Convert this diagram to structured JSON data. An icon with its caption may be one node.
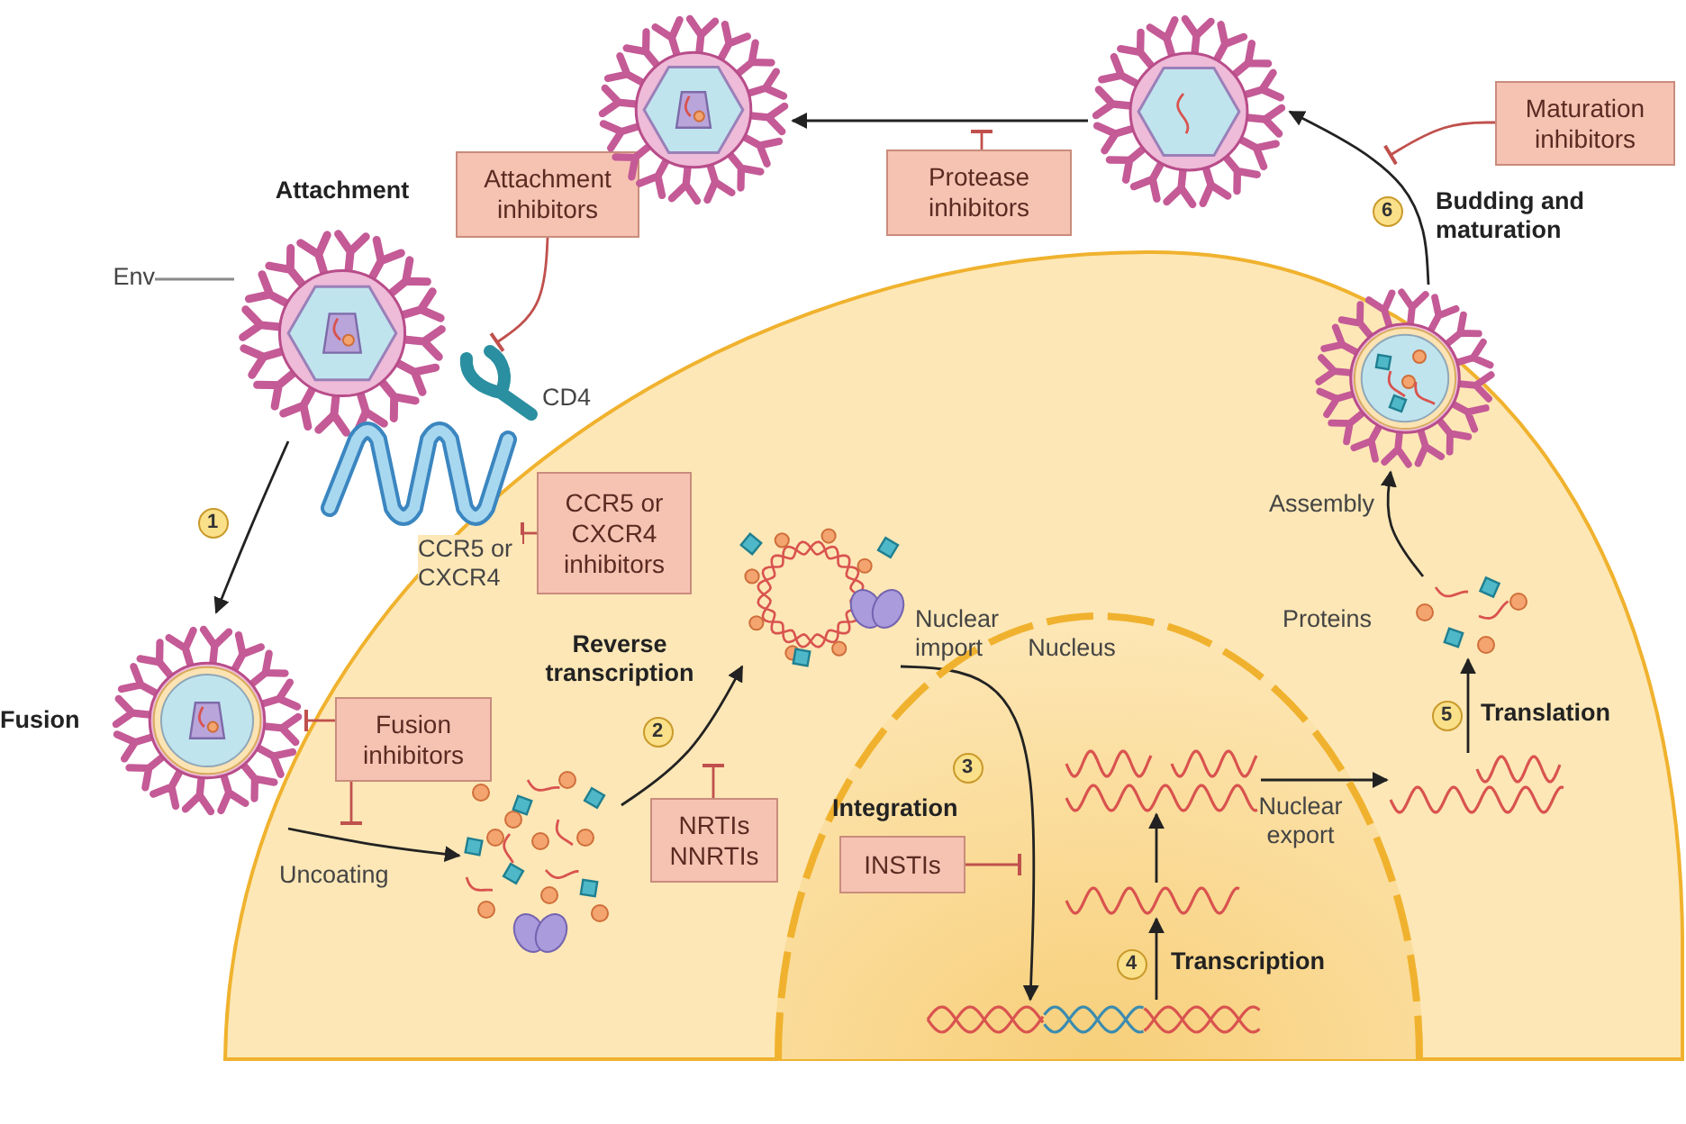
{
  "diagram": {
    "nodes": [
      {
        "text": [
          "Attachment"
        ]
      },
      {
        "text": [
          "Env"
        ]
      },
      {
        "text": [
          "Attachment inhibitors"
        ]
      },
      {
        "text": [
          "CD4"
        ]
      },
      {
        "text": [
          "CCR5 or CXCR4"
        ]
      },
      {
        "text": [
          "CCR5 or CXCR4 inhibitors"
        ]
      },
      {
        "text": [
          "Fusion"
        ]
      },
      {
        "text": [
          "Fusion inhibitors"
        ]
      },
      {
        "text": [],
        "shape": "picture"
      },
      {
        "text": [
          "NRTIs NNRTIs"
        ]
      },
      {
        "text": [],
        "shape": "picture"
      },
      {
        "text": [
          "Nucleus"
        ]
      },
      {
        "text": [],
        "shape": "picture",
        "in": 11
      },
      {
        "text": [
          "INSTIs"
        ],
        "in": 11
      },
      {
        "text": [],
        "shape": "picture",
        "in": 11
      },
      {
        "text": [],
        "shape": "picture",
        "in": 11
      },
      {
        "text": [],
        "shape": "picture"
      },
      {
        "text": [],
        "shape": "picture",
        "beside": [
          "Proteins"
        ]
      },
      {
        "text": [],
        "shape": "picture"
      },
      {
        "text": [
          "Maturation inhibitors"
        ]
      },
      {
        "text": [],
        "shape": "picture"
      },
      {
        "text": [
          "Protease inhibitors"
        ]
      },
      {
        "text": [],
        "shape": "picture"
      }
    ],
    "edges": [
      {
        "from": 1,
        "to": 0,
        "arrow": "none",
        "color": "#888888"
      },
      {
        "from": 2,
        "to": 3,
        "arrow": "other",
        "color": "#c0504d"
      },
      {
        "from": 5,
        "to": 4,
        "arrow": "other",
        "color": "#c0504d"
      },
      {
        "from": 0,
        "to": 6,
        "arrow": "to"
      },
      {
        "from": 7,
        "to": 6,
        "arrow": "other",
        "color": "#c0504d"
      },
      {
        "from": 7,
        "to": null,
        "arrow": "other",
        "color": "#c0504d"
      },
      {
        "from": 6,
        "to": 8,
        "arrow": "to",
        "label": "Uncoating"
      },
      {
        "from": 8,
        "to": 10,
        "arrow": "to",
        "label": "Reverse transcription"
      },
      {
        "from": 9,
        "to": null,
        "arrow": "other",
        "color": "#c0504d"
      },
      {
        "from": 10,
        "to": 15,
        "arrow": "to",
        "label": "Nuclear import"
      },
      {
        "from": 13,
        "to": null,
        "arrow": "other",
        "color": "#c0504d"
      },
      {
        "from": 15,
        "to": 14,
        "arrow": "to",
        "label": "Transcription"
      },
      {
        "from": 14,
        "to": 12,
        "arrow": "to"
      },
      {
        "from": 12,
        "to": 16,
        "arrow": "to",
        "label": "Nuclear export"
      },
      {
        "from": 16,
        "to": 17,
        "arrow": "to",
        "label": "Translation"
      },
      {
        "from": 17,
        "to": 18,
        "arrow": "to",
        "label": "Assembly"
      },
      {
        "from": 18,
        "to": 20,
        "arrow": "to",
        "label": "Budding and maturation"
      },
      {
        "from": 19,
        "to": null,
        "arrow": "other",
        "color": "#c0504d"
      },
      {
        "from": 20,
        "to": 22,
        "arrow": "to"
      },
      {
        "from": 21,
        "to": null,
        "arrow": "other",
        "color": "#c0504d"
      }
    ],
    "labels": [
      "1",
      "2",
      "3",
      "Integration",
      "4",
      "5",
      "6"
    ]
  }
}
